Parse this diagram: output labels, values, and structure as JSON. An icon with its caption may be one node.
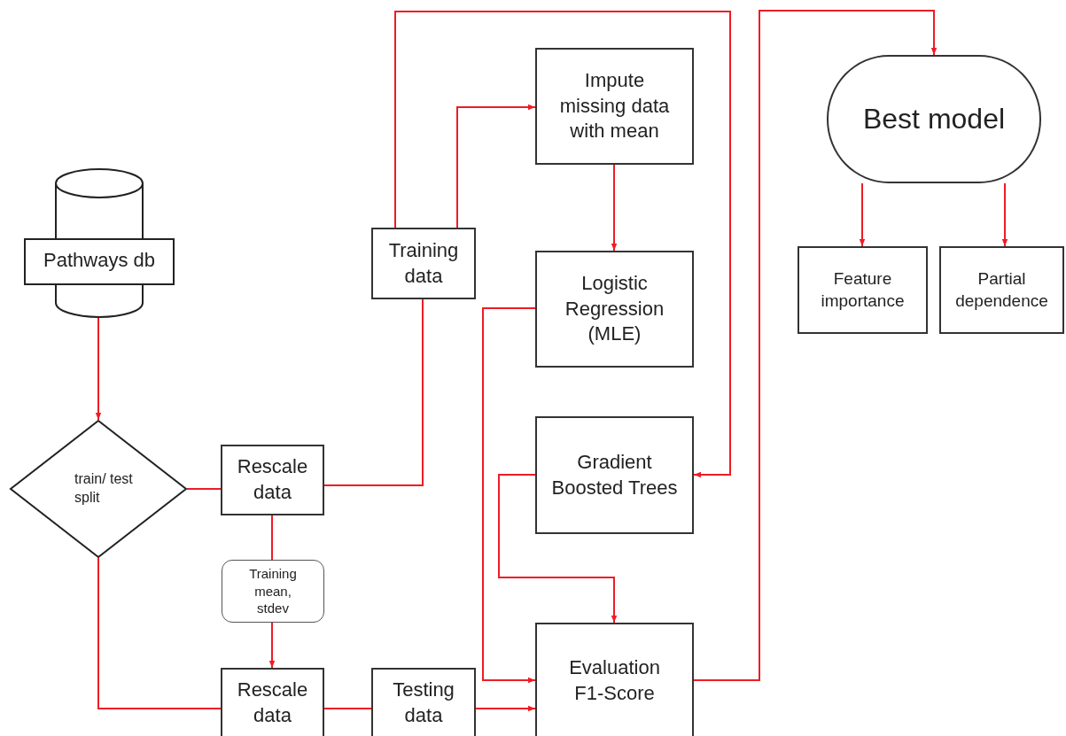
{
  "diagram": {
    "nodes": [
      {
        "text": [
          "Pathways db"
        ]
      },
      {
        "text": [
          "train/ test split"
        ]
      },
      {
        "text": [
          "Rescale data"
        ]
      },
      {
        "text": [
          "Training mean, stdev"
        ]
      },
      {
        "text": [
          "Rescale data"
        ]
      },
      {
        "text": [
          "Training data"
        ]
      },
      {
        "text": [
          "Testing data"
        ]
      },
      {
        "text": [
          "Impute missing data with mean"
        ]
      },
      {
        "text": [
          "Logistic Regression (MLE)"
        ]
      },
      {
        "text": [
          "Gradient Boosted Trees"
        ]
      },
      {
        "text": [
          "Evaluation F1-Score"
        ]
      },
      {
        "text": [
          "Best model"
        ]
      },
      {
        "text": [
          "Feature importance"
        ]
      },
      {
        "text": [
          "Partial dependence"
        ]
      }
    ],
    "edges": [
      {
        "from": 0,
        "to": 1,
        "arrow": "to"
      },
      {
        "from": 1,
        "to": 2,
        "arrow": "none"
      },
      {
        "from": 2,
        "to": 5,
        "arrow": "none"
      },
      {
        "from": 2,
        "to": 3,
        "arrow": "none"
      },
      {
        "from": 3,
        "to": 4,
        "arrow": "to"
      },
      {
        "from": 1,
        "to": 4,
        "arrow": "none"
      },
      {
        "from": 4,
        "to": 6,
        "arrow": "none"
      },
      {
        "from": 6,
        "to": 10,
        "arrow": "to"
      },
      {
        "from": 5,
        "to": 7,
        "arrow": "to"
      },
      {
        "from": 5,
        "to": 9,
        "arrow": "to"
      },
      {
        "from": 7,
        "to": 8,
        "arrow": "to"
      },
      {
        "from": 8,
        "to": 10,
        "arrow": "to"
      },
      {
        "from": 9,
        "to": 10,
        "arrow": "to"
      },
      {
        "from": 10,
        "to": 11,
        "arrow": "to"
      },
      {
        "from": 11,
        "to": 12,
        "arrow": "to"
      },
      {
        "from": 11,
        "to": 13,
        "arrow": "to"
      }
    ]
  }
}
